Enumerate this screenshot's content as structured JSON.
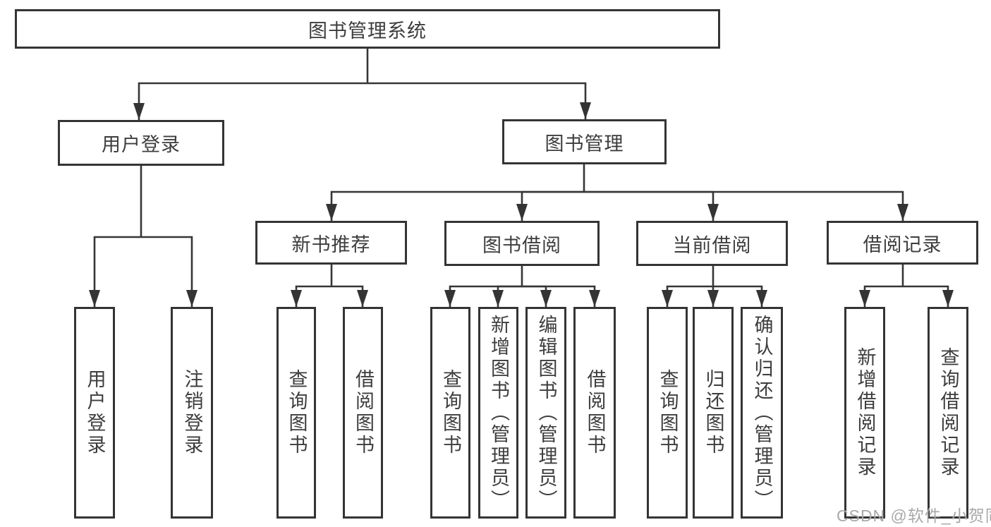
{
  "tree": {
    "label": "图书管理系统",
    "children": [
      {
        "label": "用户登录",
        "children": [
          {
            "label": "用户登录"
          },
          {
            "label": "注销登录"
          }
        ]
      },
      {
        "label": "图书管理",
        "children": [
          {
            "label": "新书推荐",
            "children": [
              {
                "label": "查询图书"
              },
              {
                "label": "借阅图书"
              }
            ]
          },
          {
            "label": "图书借阅",
            "children": [
              {
                "label": "查询图书"
              },
              {
                "label": "新增图书（管理员）"
              },
              {
                "label": "编辑图书（管理员）"
              },
              {
                "label": "借阅图书"
              }
            ]
          },
          {
            "label": "当前借阅",
            "children": [
              {
                "label": "查询图书"
              },
              {
                "label": "归还图书"
              },
              {
                "label": "确认归还（管理员）"
              }
            ]
          },
          {
            "label": "借阅记录",
            "children": [
              {
                "label": "新增借阅记录"
              },
              {
                "label": "查询借阅记录"
              }
            ]
          }
        ]
      }
    ]
  },
  "watermark": {
    "text": "CSDN @软件_小贺同学"
  },
  "colors": {
    "line": "#363636",
    "box_border": "#343434",
    "text": "#3d3d3d",
    "watermark": "#a9a9a9",
    "background": "#ffffff"
  }
}
